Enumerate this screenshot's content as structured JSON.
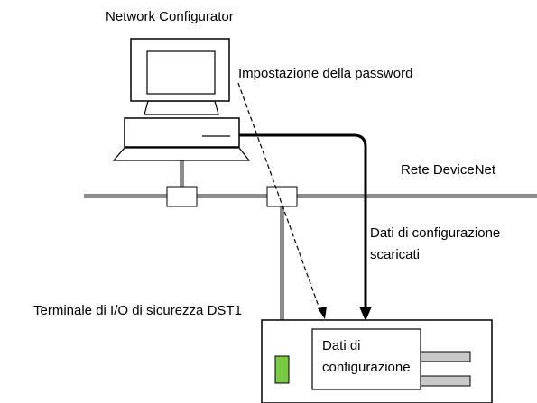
{
  "labels": {
    "network_configurator": "Network Configurator",
    "password_setting": "Impostazione della password",
    "devicenet": "Rete DeviceNet",
    "config_data_line1": "Dati di configurazione",
    "config_data_line2": "scaricati",
    "terminal": "Terminale di I/O di sicurezza DST1",
    "box_line1": "Dati di",
    "box_line2": "configurazione"
  },
  "colors": {
    "bus": "#8c8c8c",
    "line": "#000000",
    "led": "#7ac943",
    "connector": "#c8c8c8"
  }
}
